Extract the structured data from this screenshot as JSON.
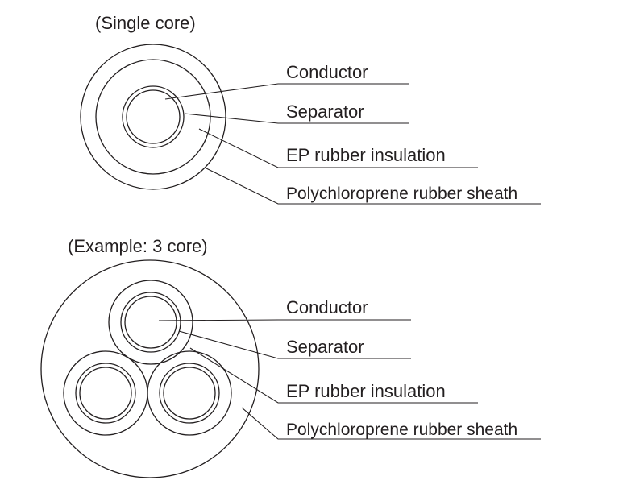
{
  "single": {
    "title": "(Single core)",
    "labels": {
      "conductor": "Conductor",
      "separator": "Separator",
      "insulation": "EP rubber insulation",
      "sheath": "Polychloroprene rubber sheath"
    }
  },
  "three": {
    "title": "(Example: 3 core)",
    "labels": {
      "conductor": "Conductor",
      "separator": "Separator",
      "insulation": "EP rubber insulation",
      "sheath": "Polychloroprene rubber sheath"
    }
  }
}
